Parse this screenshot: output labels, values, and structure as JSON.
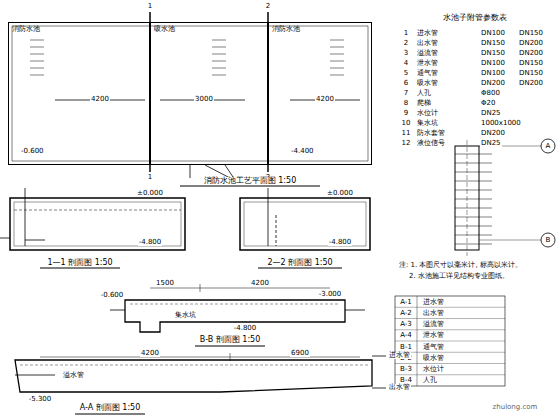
{
  "diagram": {
    "nodes": [
      {
        "text": [
          "消防水池"
        ]
      },
      {
        "text": [
          "吸水池"
        ]
      },
      {
        "text": [
          "消防水池"
        ]
      }
    ],
    "labels": [
      "1",
      "2",
      "1",
      "2",
      "消防水池工艺平面图 1:50",
      "4200",
      "3000",
      "4200",
      "-0.600",
      "-4.400",
      "1—1 剖面图 1:50",
      "2—2 剖面图 1:50",
      "±0.000",
      "-4.800",
      "±0.000",
      "-4.800",
      "水池子附管参数表",
      "1",
      "进水管",
      "DN100",
      "DN150",
      "2",
      "出水管",
      "DN150",
      "DN200",
      "3",
      "溢流管",
      "DN150",
      "DN200",
      "4",
      "泄水管",
      "DN100",
      "DN150",
      "5",
      "通气管",
      "DN100",
      "DN150",
      "6",
      "吸水管",
      "DN200",
      "DN200",
      "7",
      "人孔",
      "Φ800",
      "8",
      "爬梯",
      "Φ20",
      "9",
      "水位计",
      "DN25",
      "10",
      "集水坑",
      "1000x1000",
      "11",
      "防水套管",
      "DN200",
      "12",
      "液位信号",
      "DN25",
      "注: 1. 本图尺寸以毫米计, 标高以米计。",
      "2. 水池施工详见结构专业图纸。",
      "A",
      "B",
      "A-1",
      "进水管",
      "A-2",
      "出水管",
      "A-3",
      "溢流管",
      "A-4",
      "泄水管",
      "B-1",
      "通气管",
      "B-2",
      "吸水管",
      "B-3",
      "水位计",
      "B-4",
      "人孔",
      "1500",
      "4200",
      "-0.600",
      "-3.000",
      "-4.800",
      "集水坑",
      "B-B 剖面图 1:50",
      "4200",
      "6900",
      "进水管",
      "出水管",
      "溢水管",
      "-5.300",
      "A-A 剖面图 1:50",
      "zhulong.com"
    ]
  }
}
